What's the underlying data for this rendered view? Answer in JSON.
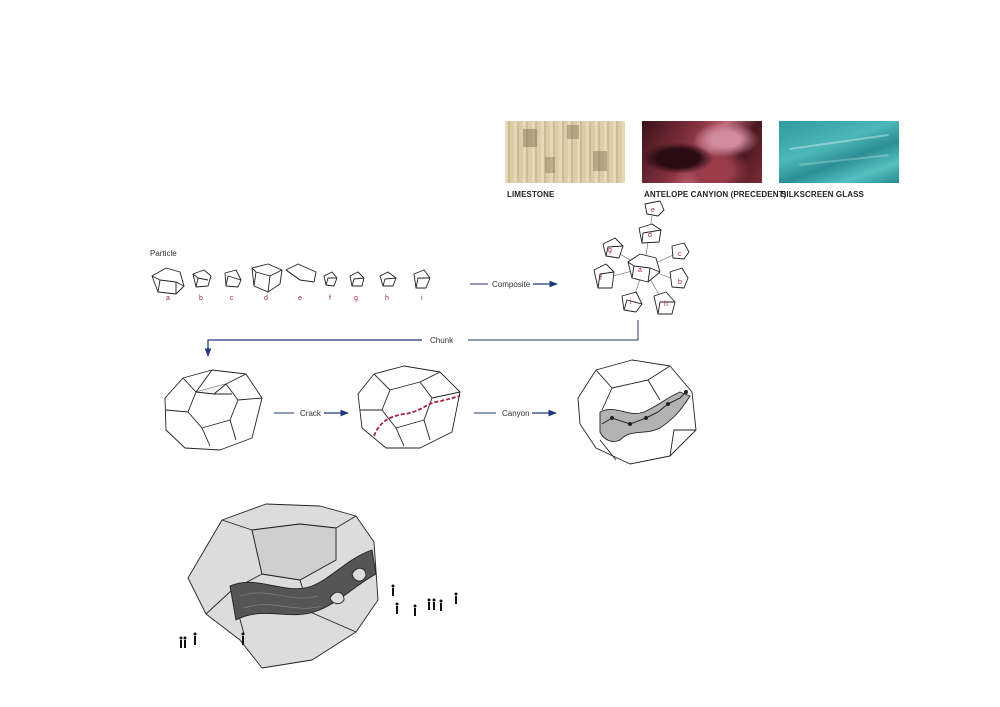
{
  "materials": [
    {
      "label": "LIMESTONE",
      "color": "#d8c9a6"
    },
    {
      "label": "ANTELOPE CANYION (PRECEDENT)",
      "color": "#5a2a30"
    },
    {
      "label": "SILKSCREEN GLASS",
      "color": "#3aa3a7"
    }
  ],
  "particles": {
    "title": "Particle",
    "letters": [
      "a",
      "b",
      "c",
      "d",
      "e",
      "f",
      "g",
      "h",
      "i"
    ]
  },
  "composite": {
    "arrow_label": "Composite",
    "letters": [
      "a",
      "b",
      "c",
      "d",
      "e",
      "f",
      "g",
      "h",
      "i"
    ]
  },
  "steps": {
    "chunk": "Chunk",
    "crack": "Crack",
    "canyon": "Canyon"
  },
  "colors": {
    "arrow": "#1f3a7a",
    "accent_red": "#a3243b",
    "canyon_gray": "#555555"
  }
}
